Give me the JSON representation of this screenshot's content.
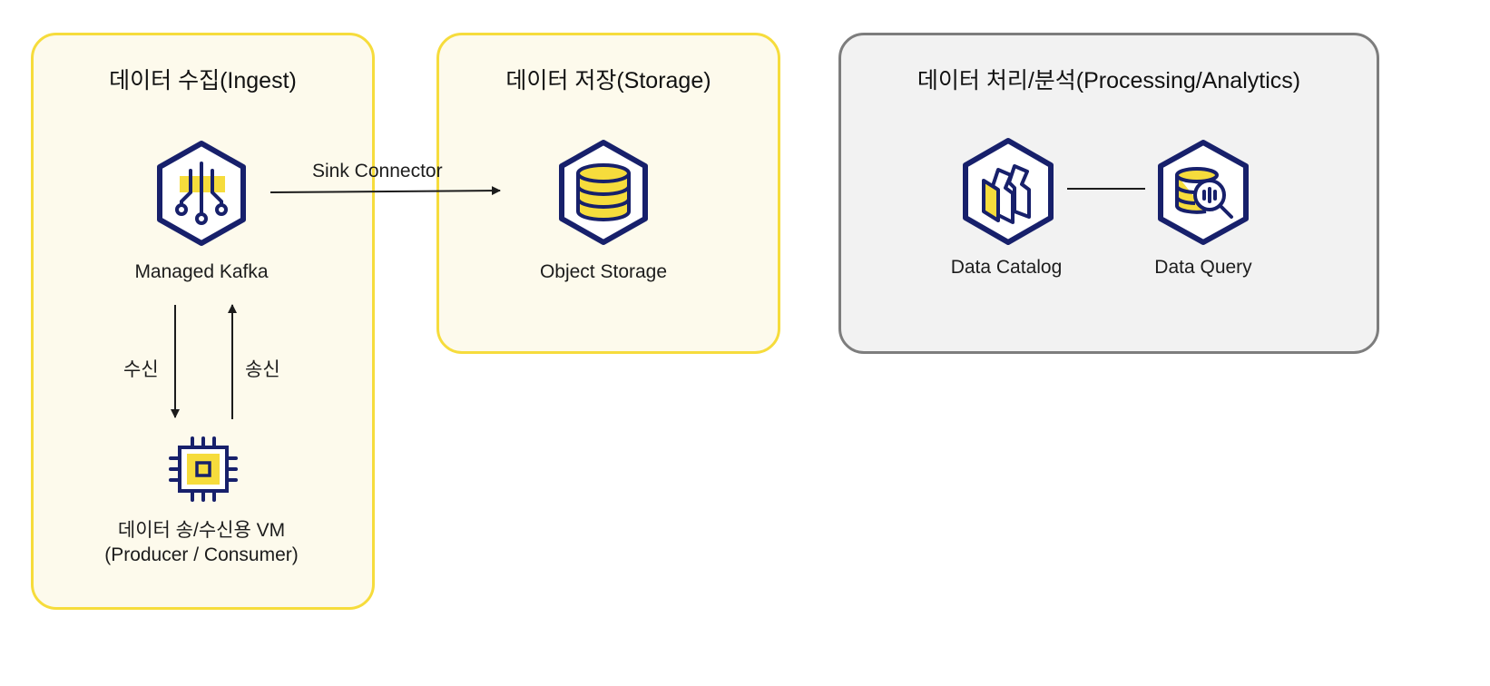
{
  "panels": {
    "ingest": {
      "title": "데이터 수집(Ingest)"
    },
    "storage": {
      "title": "데이터 저장(Storage)"
    },
    "processing": {
      "title": "데이터 처리/분석(Processing/Analytics)"
    }
  },
  "nodes": {
    "kafka": {
      "label": "Managed Kafka",
      "icon": "kafka-hex-icon"
    },
    "vm": {
      "label_line1": "데이터 송/수신용 VM",
      "label_line2": "(Producer / Consumer)",
      "icon": "chip-icon"
    },
    "object_storage": {
      "label": "Object Storage",
      "icon": "database-hex-icon"
    },
    "data_catalog": {
      "label": "Data Catalog",
      "icon": "catalog-hex-icon"
    },
    "data_query": {
      "label": "Data Query",
      "icon": "query-hex-icon"
    }
  },
  "edges": {
    "sink_connector": {
      "label": "Sink Connector"
    },
    "receive": {
      "label": "수신"
    },
    "send": {
      "label": "송신"
    }
  },
  "colors": {
    "navy": "#17206b",
    "yellow": "#f6dc3c",
    "panel_yellow_bg": "#fdfaec",
    "panel_gray_bg": "#f2f2f2",
    "panel_gray_border": "#7d7d7d"
  }
}
